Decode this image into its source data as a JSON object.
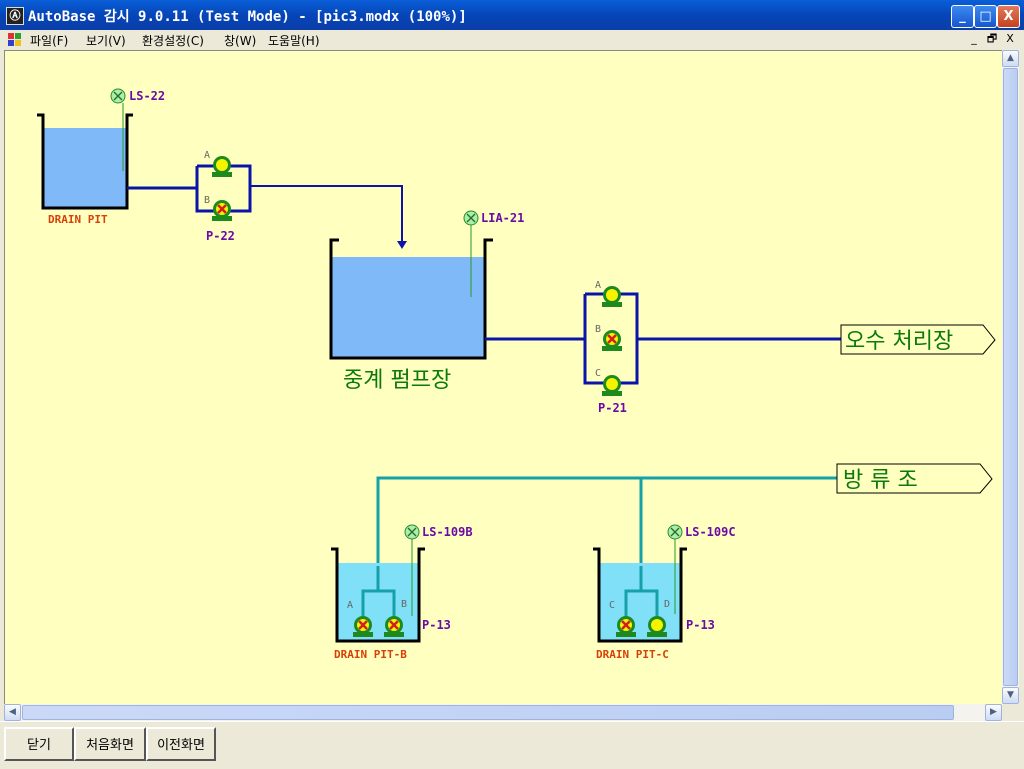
{
  "window": {
    "title": "AutoBase 감시 9.0.11 (Test Mode) - [pic3.modx (100%)]",
    "minimize": "_",
    "maximize": "□",
    "close": "X"
  },
  "menu": [
    {
      "label": "파일(F)"
    },
    {
      "label": "보기(V)"
    },
    {
      "label": "환경설정(C)"
    },
    {
      "label": "창(W)"
    },
    {
      "label": "도움말(H)"
    }
  ],
  "mdi_controls": [
    "_",
    "🗗",
    "X"
  ],
  "diagram": {
    "drain_pit": {
      "name": "DRAIN PIT",
      "level_sensor": "LS-22"
    },
    "pump_p22": {
      "tag": "P-22",
      "unit_a": "A",
      "unit_b": "B"
    },
    "relay_tank": {
      "name": "중계 펌프장",
      "level_sensor": "LIA-21"
    },
    "pump_p21": {
      "tag": "P-21",
      "unit_a": "A",
      "unit_b": "B",
      "unit_c": "C"
    },
    "dest_sewage": {
      "label": "오수 처리장"
    },
    "dest_overflow": {
      "label": "방  류  조"
    },
    "drain_pit_b": {
      "name": "DRAIN PIT-B",
      "level_sensor": "LS-109B",
      "pump_tag": "P-13",
      "unit_a": "A",
      "unit_b": "B"
    },
    "drain_pit_c": {
      "name": "DRAIN PIT-C",
      "level_sensor": "LS-109C",
      "pump_tag": "P-13",
      "unit_c": "C",
      "unit_d": "D"
    }
  },
  "buttons": {
    "close": "닫기",
    "home": "처음화면",
    "previous": "이전화면"
  },
  "colors": {
    "canvas_bg": "#ffffc0",
    "pipe_main": "#0a14a8",
    "pipe_teal": "#16a0a8",
    "water": "#7fb9f7",
    "pump_green": "#1e8a1e",
    "pump_yellow": "#f4f400"
  },
  "icons": {
    "app": "autobase-app-icon",
    "level_sensor": "sensor-x-icon",
    "pump": "pump-icon"
  }
}
